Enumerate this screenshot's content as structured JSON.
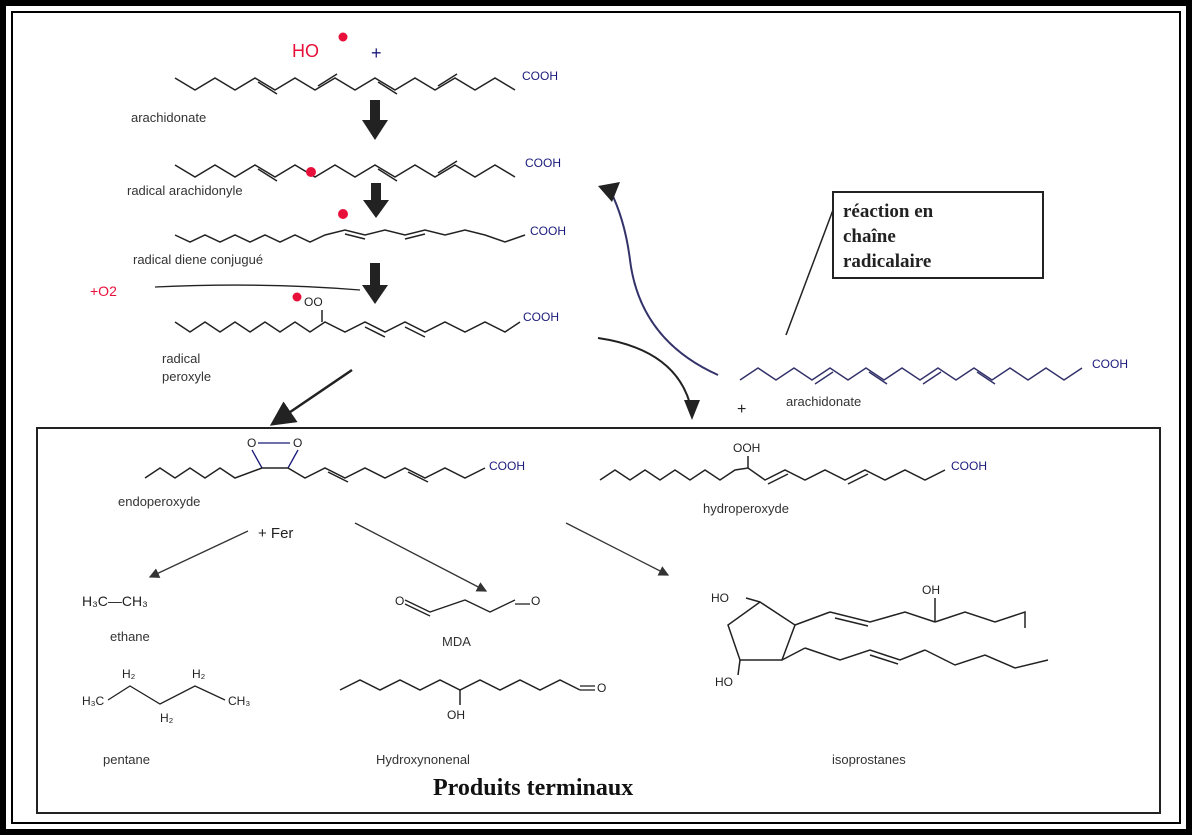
{
  "reactants": {
    "ho_radical": "HO",
    "plus": "+",
    "o2": "+O2",
    "cooh": "COOH",
    "peroxy_group": "OO",
    "ooh_group": "OOH",
    "endo_o": "O",
    "plus_second": "+"
  },
  "labels": {
    "arachidonate_top": "arachidonate",
    "radical_arachidonyle": "radical arachidonyle",
    "radical_diene": "radical diene conjugué",
    "radical_peroxyle_1": "radical",
    "radical_peroxyle_2": "peroxyle",
    "arachidonate_right": "arachidonate",
    "endoperoxyde": "endoperoxyde",
    "hydroperoxyde": "hydroperoxyde",
    "plus_fer": "+ Fer",
    "ethane": "ethane",
    "mda": "MDA",
    "pentane": "pentane",
    "hydroxynonenal": "Hydroxynonenal",
    "isoprostanes": "isoprostanes"
  },
  "chain_box": {
    "line1": "réaction en",
    "line2": "chaîne",
    "line3": "radicalaire"
  },
  "products": {
    "title": "Produits terminaux"
  },
  "formulas": {
    "ethane": "H₃C—CH₃",
    "mda_left": "O",
    "mda_right": "O",
    "pentane_h2a": "H₂",
    "pentane_h2b": "H₂",
    "pentane_h2c": "H₂",
    "pentane_h3c": "H₃C",
    "pentane_ch3": "CH₃",
    "hne_oh": "OH",
    "hne_o": "O",
    "iso_ho1": "HO",
    "iso_ho2": "HO",
    "iso_oh": "OH"
  },
  "colors": {
    "radical_red": "#e8103a",
    "cooh_blue": "#1a1a7a",
    "frame": "#000000"
  }
}
